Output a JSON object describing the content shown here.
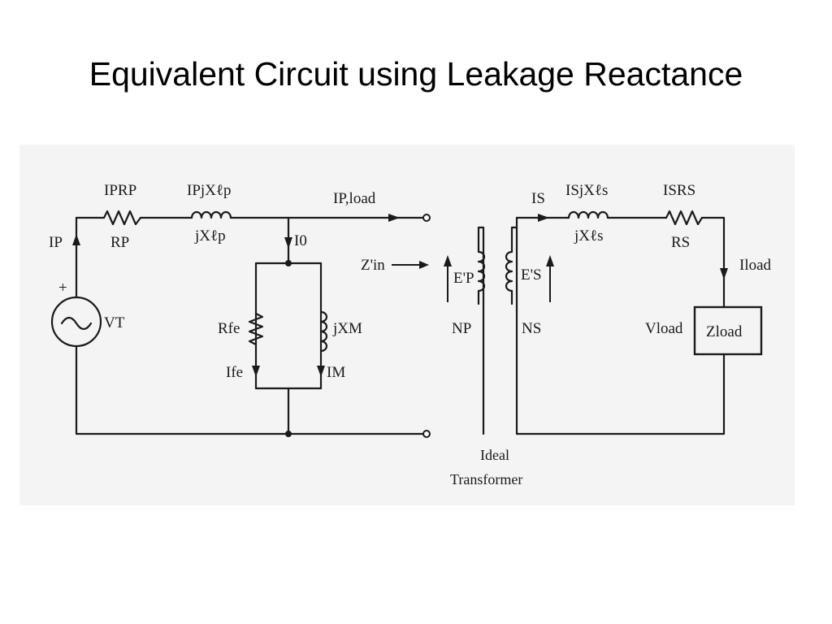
{
  "slide": {
    "title": "Equivalent Circuit using Leakage Reactance"
  },
  "circuit": {
    "labels": {
      "ip_rp_top": "IPRP",
      "ip_jxlp_top": "IPjXℓp",
      "ip_load": "IP,load",
      "is": "IS",
      "is_jxls_top": "ISjXℓs",
      "is_rs_top": "ISRS",
      "rp": "RP",
      "jxlp": "jXℓp",
      "jxls": "jXℓs",
      "rs": "RS",
      "ip": "IP",
      "plus": "+",
      "vt": "VT",
      "i0": "I0",
      "zin": "Z'in",
      "ep": "E'P",
      "es": "E'S",
      "rfe": "Rfe",
      "jxm": "jXM",
      "ife": "Ife",
      "im": "IM",
      "np": "NP",
      "ns": "NS",
      "iload": "Iload",
      "vload": "Vload",
      "zload": "Zload",
      "ideal_1": "Ideal",
      "ideal_2": "Transformer"
    }
  }
}
